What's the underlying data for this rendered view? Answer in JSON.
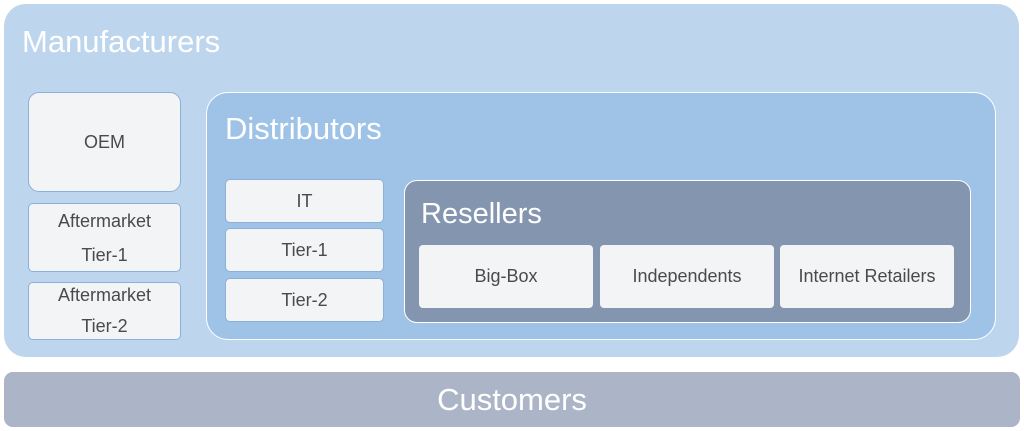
{
  "manufacturers": {
    "title": "Manufacturers",
    "oem": "OEM",
    "aftermarket_tier1": {
      "line1": "Aftermarket",
      "line2": "Tier-1"
    },
    "aftermarket_tier2": {
      "line1": "Aftermarket",
      "line2": "Tier-2"
    }
  },
  "distributors": {
    "title": "Distributors",
    "items": [
      "IT",
      "Tier-1",
      "Tier-2"
    ]
  },
  "resellers": {
    "title": "Resellers",
    "items": [
      "Big-Box",
      "Independents",
      "Internet Retailers"
    ]
  },
  "customers": {
    "title": "Customers"
  },
  "colors": {
    "manufacturers_bg": "#bdd6ee",
    "distributors_bg": "#9fc3e6",
    "resellers_bg": "#8496af",
    "customers_bg": "#acb5c7",
    "leaf_bg": "#f3f4f6",
    "leaf_border": "#8cb0d8",
    "title_text": "#ffffff",
    "leaf_text": "#4a4a4a"
  }
}
